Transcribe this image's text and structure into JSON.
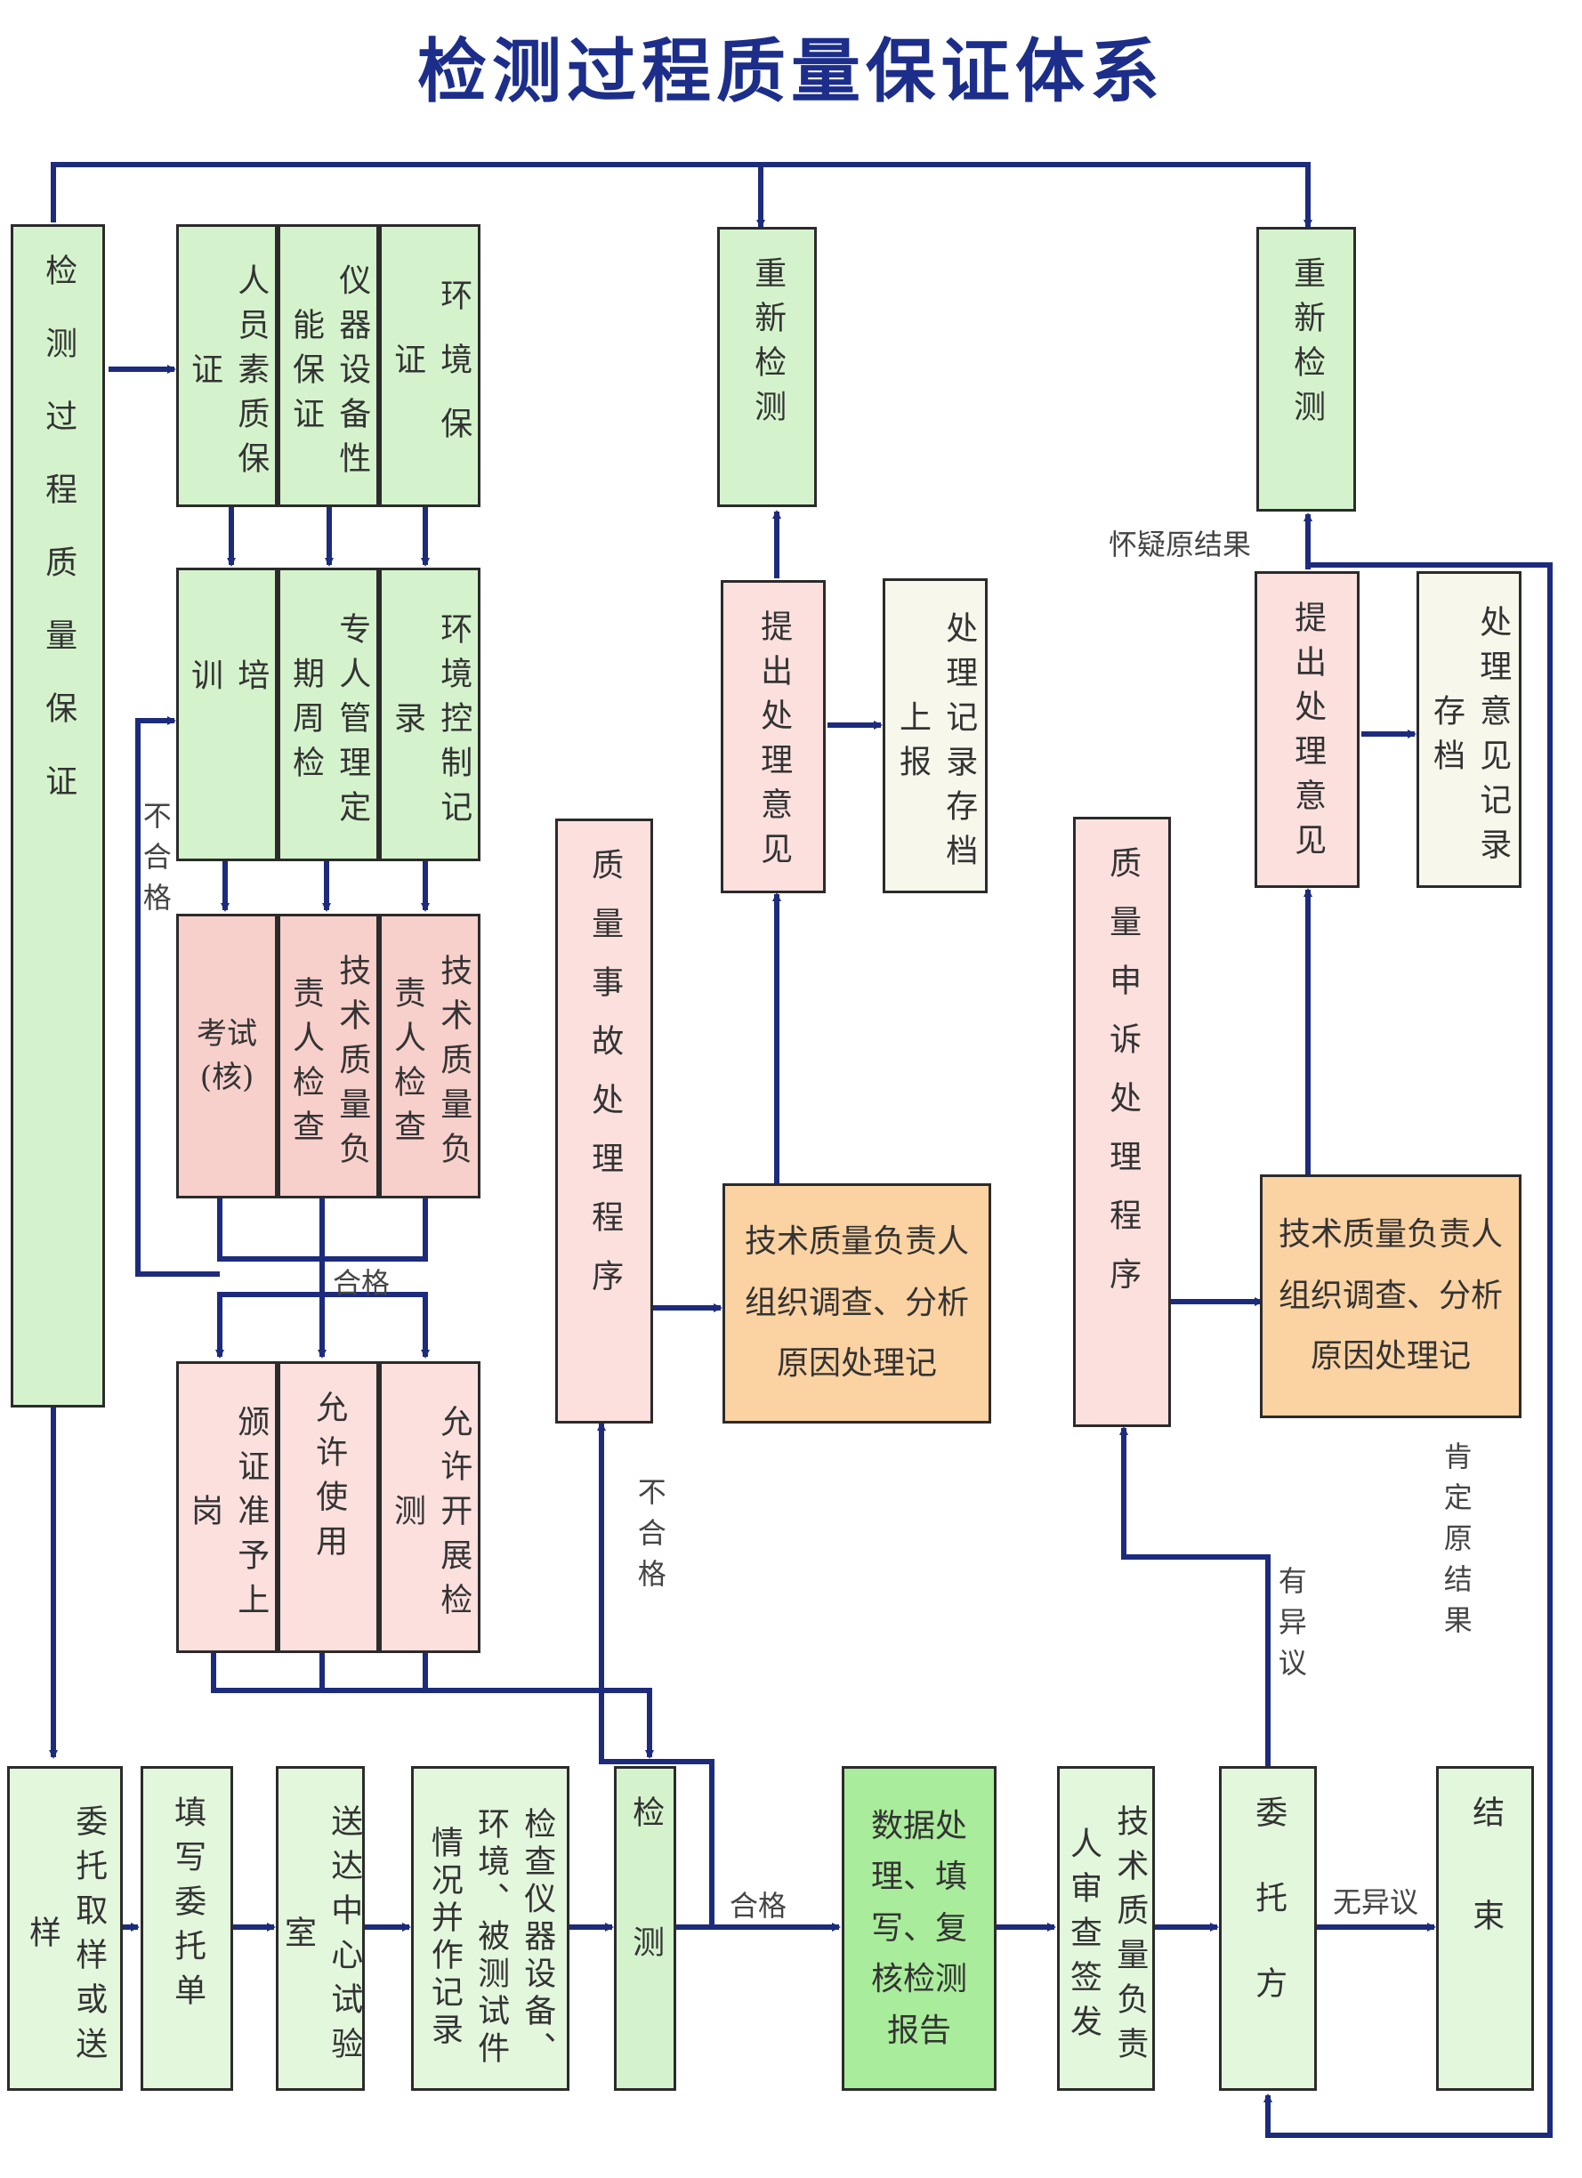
{
  "title": "检测过程质量保证体系",
  "left_column": "检测过程质量保证",
  "quality_row": [
    "人员素质保证",
    "仪器设备性能保证",
    "环境保证"
  ],
  "measure_row": [
    "培训",
    "专人管理定期周检",
    "环境控制记录"
  ],
  "check_row": [
    "考试(核)",
    "技术质量负责人检查",
    "技术质量负责人检查"
  ],
  "result_row": [
    "颁证准予上岗",
    "允许使用",
    "允许开展检测"
  ],
  "retest_label": "重新检测",
  "propose_label": "提出处理意见",
  "record_left": "处理记录存档上报",
  "record_right": "处理意见记录存档",
  "accident_proc": "质量事故处理程序",
  "complaint_proc": "质量申诉处理程序",
  "investigate": "技术质量负责人组织调查、分析原因处理记",
  "bottom_row": [
    "委托取样或送样",
    "填写委托单",
    "送达中心试验室",
    "检查仪器设备、环境、被测试件情况并作记录",
    "检测",
    "数据处理、填写、复核检测报告",
    "技术质量负责人审查签发",
    "委托方",
    "结束"
  ],
  "labels": {
    "unqualified": "不合格",
    "qualified": "合格",
    "doubt": "怀疑原结果",
    "objection": "有异议",
    "no_objection": "无异议",
    "affirm": "肯定原结果"
  },
  "colors": {
    "title": "#1c2e8a",
    "wire": "#1d2b7c"
  }
}
